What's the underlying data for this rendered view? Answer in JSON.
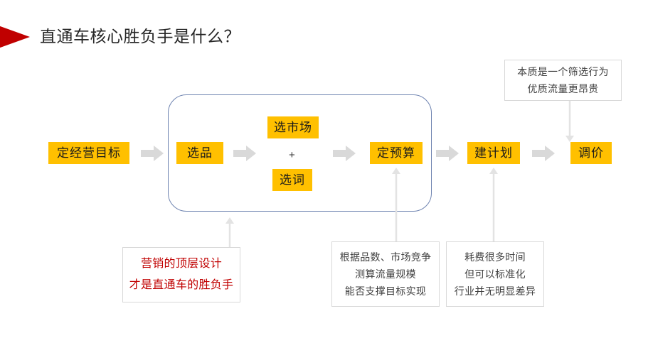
{
  "slide": {
    "title": "直通车核心胜负手是什么？",
    "bullet_icon": "red-triangle-icon",
    "accent_color": "#FFC000",
    "title_bullet_color": "#c00000",
    "group_border_color": "#6e83b0",
    "arrow_color": "#d9d9d9",
    "note_text_color": "#3f3f3f",
    "red_text_color": "#c00000"
  },
  "flow": {
    "steps": [
      {
        "id": "step-goal",
        "label": "定经营目标"
      },
      {
        "id": "step-product",
        "label": "选品"
      },
      {
        "id": "step-market",
        "label": "选市场"
      },
      {
        "id": "step-keyword",
        "label": "选词"
      },
      {
        "id": "step-budget",
        "label": "定预算"
      },
      {
        "id": "step-plan",
        "label": "建计划"
      },
      {
        "id": "step-price",
        "label": "调价"
      }
    ],
    "plus_symbol": "+",
    "arrow_icon": "right-block-arrow-icon"
  },
  "notes": {
    "top_right": {
      "lines": [
        "本质是一个筛选行为",
        "优质流量更昂贵"
      ]
    },
    "red_highlight": {
      "lines": [
        "营销的顶层设计",
        "才是直通车的胜负手"
      ]
    },
    "budget_note": {
      "lines": [
        "根据品数、市场竞争",
        "测算流量规模",
        "能否支撑目标实现"
      ]
    },
    "plan_note": {
      "lines": [
        "耗费很多时间",
        "但可以标准化",
        "行业并无明显差异"
      ]
    }
  }
}
